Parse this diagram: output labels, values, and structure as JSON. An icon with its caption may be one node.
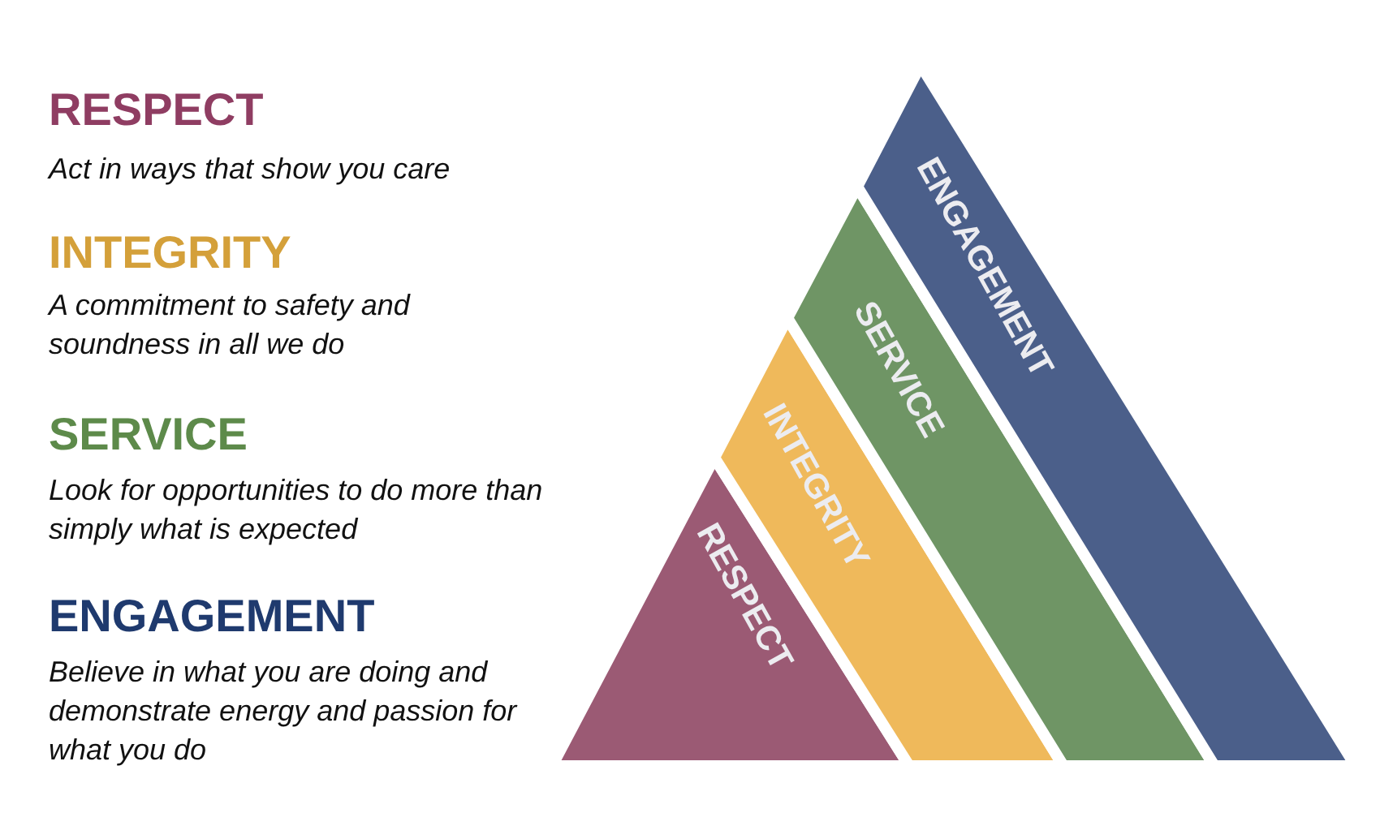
{
  "diagram": {
    "nodes": [
      {
        "text": [
          "RESPECT"
        ]
      },
      {
        "text": [
          "INTEGRITY"
        ]
      },
      {
        "text": [
          "SERVICE"
        ]
      },
      {
        "text": [
          "ENGAGEMENT"
        ]
      }
    ],
    "labels": [
      "RESPECT",
      "Act in ways that show you care",
      "INTEGRITY",
      "A commitment to safety and soundness in all we do",
      "SERVICE",
      "Look for opportunities to do more than simply what is expected",
      "ENGAGEMENT",
      "Believe in what you are doing and demonstrate energy and passion for what you do"
    ]
  }
}
